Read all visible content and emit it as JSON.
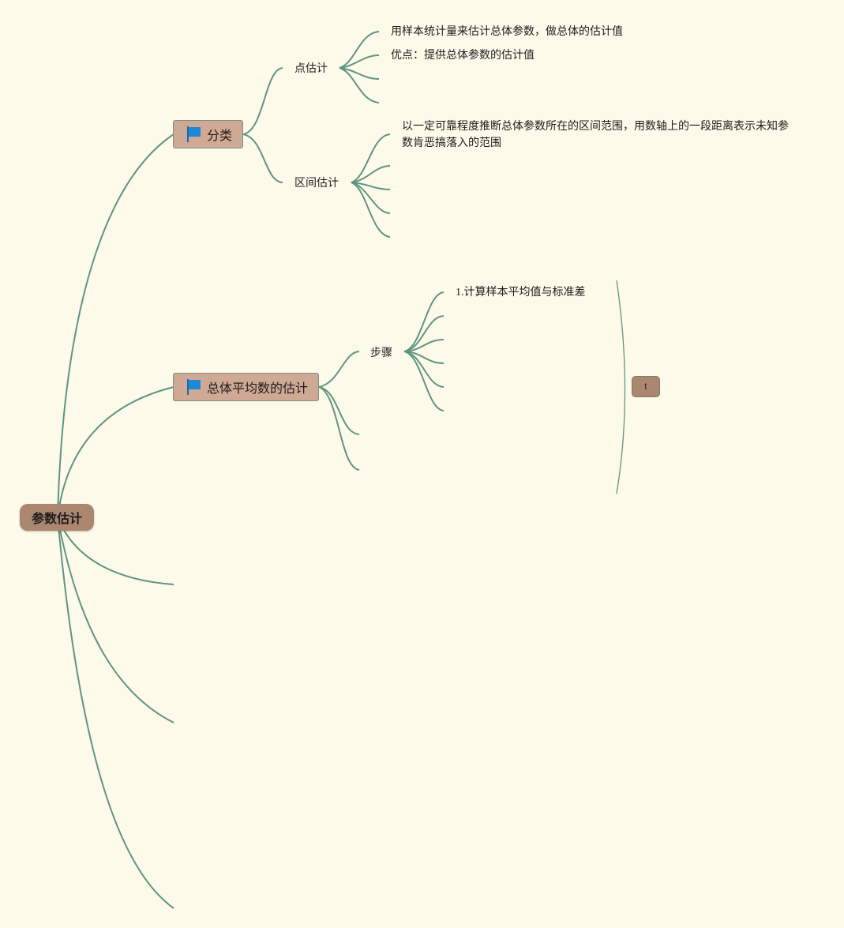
{
  "root": {
    "label": "参数估计"
  },
  "branches": [
    {
      "label": "分类",
      "icon": "blue-flag-icon",
      "children": [
        {
          "label": "点估计",
          "leaves": [
            "用样本统计量来估计总体参数，做总体的估计值",
            "优点：提供总体参数的估计值"
          ]
        },
        {
          "label": "区间估计",
          "leaves": [
            "以一定可靠程度推断总体参数所在的区间范围，用数轴上的一段距离表示未知参数肯恶搞落入的范围"
          ]
        }
      ]
    },
    {
      "label": "总体平均数的估计",
      "icon": "blue-flag-icon",
      "children": [
        {
          "label": "步骤",
          "leaves": [
            "1.计算样本平均值与标准差"
          ]
        }
      ],
      "summary": {
        "label": "t"
      }
    }
  ],
  "colors": {
    "background": "#fefae9",
    "root_fill": "#ab876f",
    "main_fill": "#d0a994",
    "edge": "#5e9683",
    "flag": "#1e88d6"
  }
}
